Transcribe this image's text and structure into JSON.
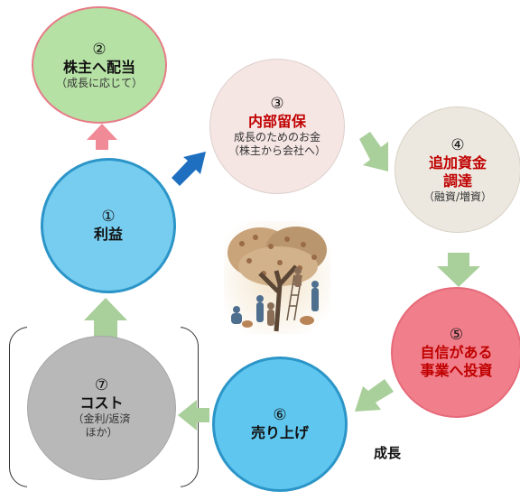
{
  "nodes": {
    "n1": {
      "num": "①",
      "title": "利益"
    },
    "n2": {
      "num": "②",
      "title": "株主へ配当",
      "sub": "（成長に応じて）"
    },
    "n3": {
      "num": "③",
      "title": "内部留保",
      "sub1": "成長のためのお金",
      "sub2": "（株主から会社へ）"
    },
    "n4": {
      "num": "④",
      "title1": "追加資金",
      "title2": "調達",
      "sub": "（融資/増資）"
    },
    "n5": {
      "num": "⑤",
      "title1": "自信がある",
      "title2": "事業へ投資"
    },
    "n6": {
      "num": "⑥",
      "title": "売り上げ"
    },
    "n7": {
      "num": "⑦",
      "title": "コスト",
      "sub1": "（金利/返済",
      "sub2": "ほか）"
    }
  },
  "growth_label": "成長",
  "colors": {
    "arrow_green": "#a9cf9a",
    "arrow_pink": "#f08a96",
    "arrow_blue": "#1f6fc0"
  },
  "illustration": "people-harvesting-tree-illustration"
}
